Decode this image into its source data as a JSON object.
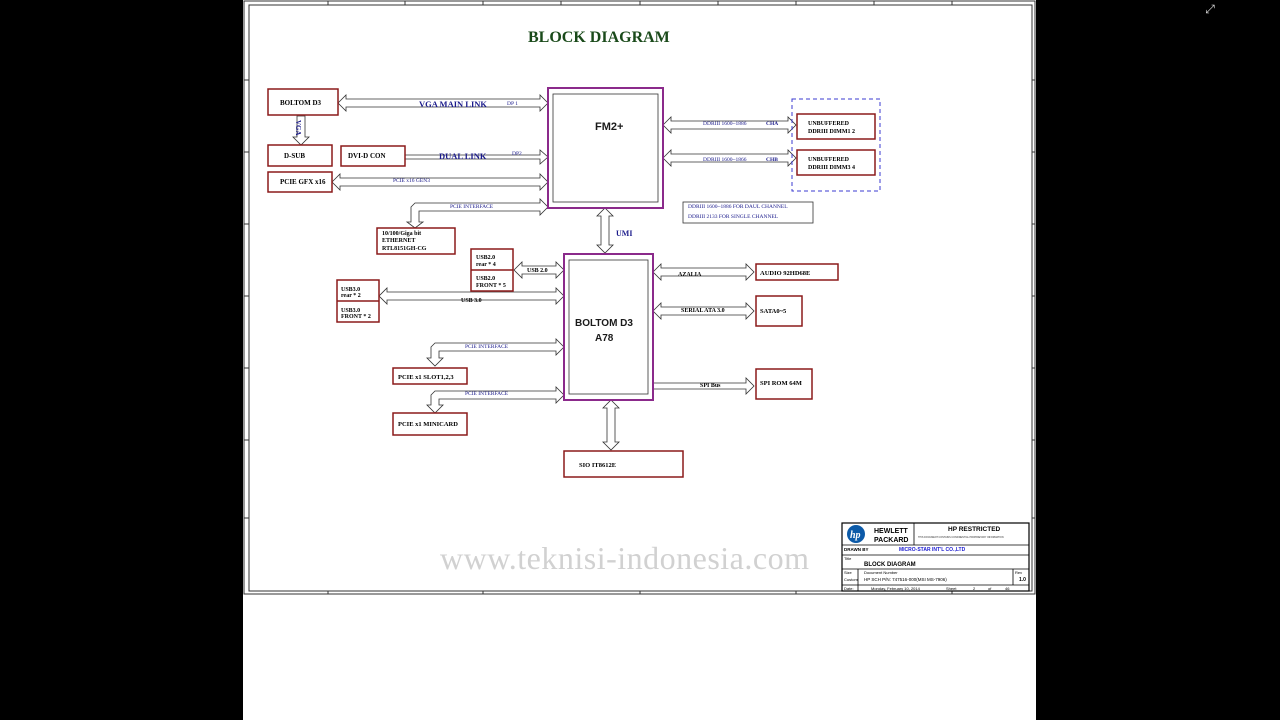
{
  "title": "BLOCK DIAGRAM",
  "colors": {
    "box_red": "#8b1a1a",
    "cpu_purple": "#8b2a8b",
    "label_blue": "#1a1a8b",
    "dimm_blue": "#3b3bd0",
    "title_green": "#1a4a1a"
  },
  "blocks": {
    "boltom_d3_top": "BOLTOM D3",
    "dsub": "D-SUB",
    "dvi": "DVI-D CON",
    "pcie_gfx": "PCIE GFX x16",
    "cpu": "FM2+",
    "dimm12_l1": "UNBUFFERED",
    "dimm12_l2": "DDRIII  DIMM1 2",
    "dimm34_l1": "UNBUFFERED",
    "dimm34_l2": "DDRIII  DIMM3 4",
    "eth_l1": "10/100/Giga bit",
    "eth_l2": "ETHERNET",
    "eth_l3": "RTL8151GH-CG",
    "usb2_l1": "USB2.0",
    "usb2_l2": "rear * 4",
    "usb2_l3": "USB2.0",
    "usb2_l4": "FRONT * 5",
    "usb3_l1": "USB3.0",
    "usb3_l2": "rear * 2",
    "usb3_l3": "USB3.0",
    "usb3_l4": "FRONT * 2",
    "fch_l1": "BOLTOM D3",
    "fch_l2": "A78",
    "pcie_slot": "PCIE x1 SLOT1,2,3",
    "pcie_minicard": "PCIE x1 MINICARD",
    "audio": "AUDIO 92HD68E",
    "sata": "SATA0~5",
    "spi_rom": "SPI ROM 64M",
    "sio": "SIO IT8612E"
  },
  "links": {
    "vga_main": "VGA MAIN LINK",
    "dp1": "DP 1",
    "vga": "VGA",
    "dual_link": "DUAL LINK",
    "dp2": "DP2",
    "pcie_x16_gen3": "PCIE x16 GEN3",
    "pcie_interface_1": "PCIE INTERFACE",
    "ddr_cha_speed": "DDRIII 1600~1886",
    "cha": "CHA",
    "ddr_chb_speed": "DDRIII 1600~1866",
    "chb": "CHB",
    "umi": "UMI",
    "usb20": "USB 2.0",
    "usb30": "USB 3.0",
    "azalia": "AZALIA",
    "sata30": "SERIAL ATA 3.0",
    "pcie_interface_2": "PCIE INTERFACE",
    "pcie_interface_3": "PCIE INTERFACE",
    "spi_bus": "SPI Bus"
  },
  "notes": {
    "ddr_note_1": "DDRIII 1600~1886 FOR DAUL CHANNEL",
    "ddr_note_2": "DDRIII 2133 FOR SINGLE CHANNEL"
  },
  "title_block": {
    "company_1": "HEWLETT",
    "company_2": "PACKARD",
    "restricted": "HP RESTRICTED",
    "restricted_fine": "THIS DOCUMENT CONTAINS CONFIDENTIAL PROPRIETARY INFORMATION",
    "drawn_by_label": "DRAWN BY",
    "drawn_by": "MICRO-STAR INT'L CO.,LTD",
    "title_label": "Title",
    "title": "BLOCK DIAGRAM",
    "size_label": "Size",
    "size": "Custom",
    "docnum_label": "Document Number",
    "docnum": "HP SCH P/N: 747516-000(MSI MS-7906)",
    "rev_label": "Rev",
    "rev": "1.0",
    "date_label": "Date:",
    "date": "Monday, February 10, 2014",
    "sheet_label": "Sheet",
    "sheet": "2",
    "of_label": "of",
    "of": "46"
  },
  "watermark": "www.teknisi-indonesia.com",
  "window": {
    "corner_icon": "collapse-icon"
  }
}
